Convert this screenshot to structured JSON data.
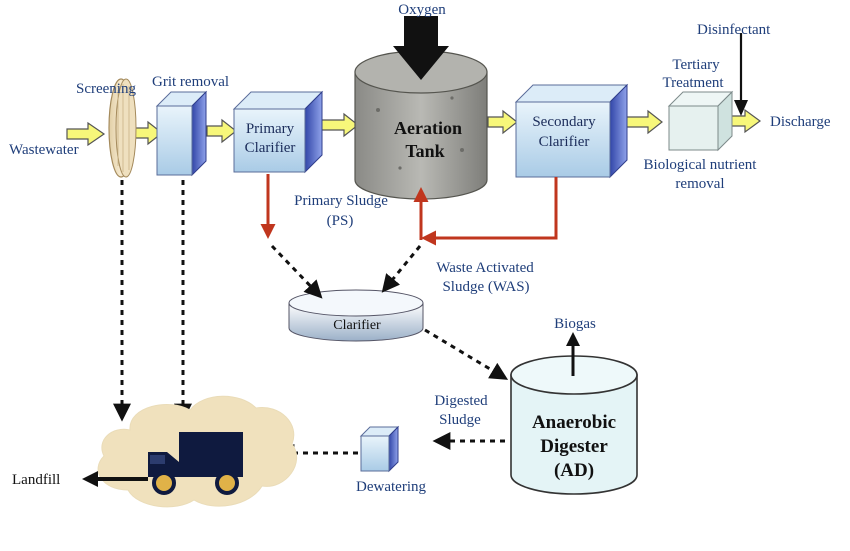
{
  "labels": {
    "wastewater": "Wastewater",
    "screening": "Screening",
    "grit_removal": "Grit removal",
    "primary_clarifier": [
      "Primary",
      "Clarifier"
    ],
    "oxygen": "Oxygen",
    "aeration_tank": [
      "Aeration",
      "Tank"
    ],
    "secondary_clarifier": [
      "Secondary",
      "Clarifier"
    ],
    "tertiary_treatment": [
      "Tertiary",
      "Treatment"
    ],
    "disinfectant": "Disinfectant",
    "discharge": "Discharge",
    "biological_nutrient_removal": [
      "Biological nutrient",
      "removal"
    ],
    "primary_sludge": [
      "Primary Sludge",
      "(PS)"
    ],
    "waste_activated_sludge": [
      "Waste Activated",
      "Sludge (WAS)"
    ],
    "clarifier": "Clarifier",
    "biogas": "Biogas",
    "anaerobic_digester": [
      "Anaerobic",
      "Digester",
      "(AD)"
    ],
    "digested_sludge": [
      "Digested",
      "Sludge"
    ],
    "dewatering": "Dewatering",
    "landfill": "Landfill"
  },
  "colors": {
    "label_text": "#1f3e7a",
    "flow_arrow_fill": "#f7f77a",
    "flow_arrow_stroke": "#555555",
    "sludge_line": "#c0361e",
    "dotted_line": "#111111",
    "box_front": "#cfe6f5",
    "box_side": "#4a63c8",
    "tank_stone": "#9a9a96",
    "digester_fill": "#e4f4f6",
    "cloud": "#f0e1bd"
  }
}
